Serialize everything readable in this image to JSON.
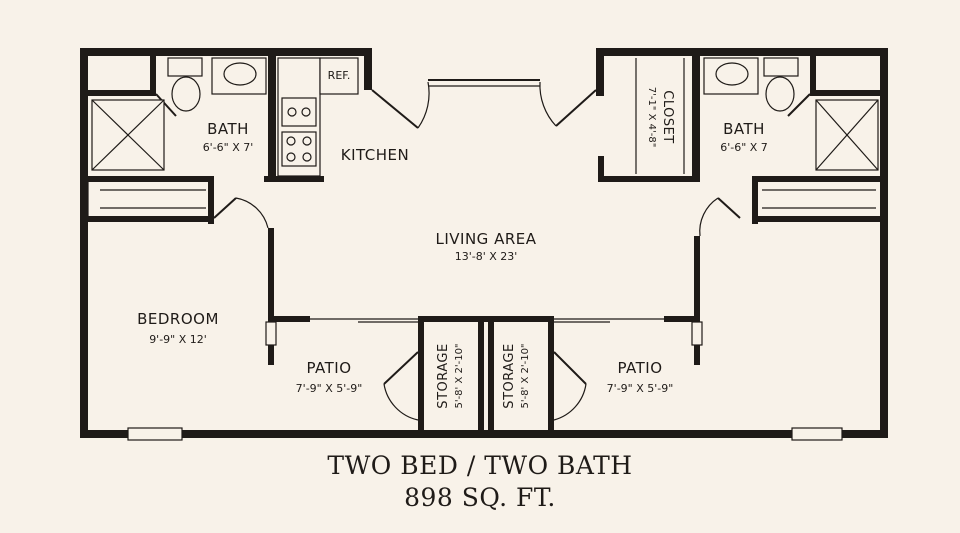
{
  "rooms": {
    "bath_left": {
      "name": "BATH",
      "dims": "6'-6\" X 7'"
    },
    "bath_right": {
      "name": "BATH",
      "dims": "6'-6\" X 7"
    },
    "kitchen": {
      "name": "KITCHEN",
      "ref": "REF."
    },
    "living": {
      "name": "LIVING AREA",
      "dims": "13'-8' X 23'"
    },
    "closet": {
      "name": "CLOSET",
      "dims": "7'-1\" X 4'-8\""
    },
    "bedroom": {
      "name": "BEDROOM",
      "dims": "9'-9\" X 12'"
    },
    "patio_left": {
      "name": "PATIO",
      "dims": "7'-9\" X 5'-9\""
    },
    "patio_right": {
      "name": "PATIO",
      "dims": "7'-9\" X 5'-9\""
    },
    "storage_left": {
      "name": "STORAGE",
      "dims": "5'-8' X 2'-10\""
    },
    "storage_right": {
      "name": "STORAGE",
      "dims": "5'-8' X 2'-10\""
    }
  },
  "caption": {
    "line1": "TWO BED / TWO BATH",
    "line2": "898 SQ. FT."
  },
  "colors": {
    "background": "#f8f2e9",
    "ink": "#1f1b18"
  }
}
